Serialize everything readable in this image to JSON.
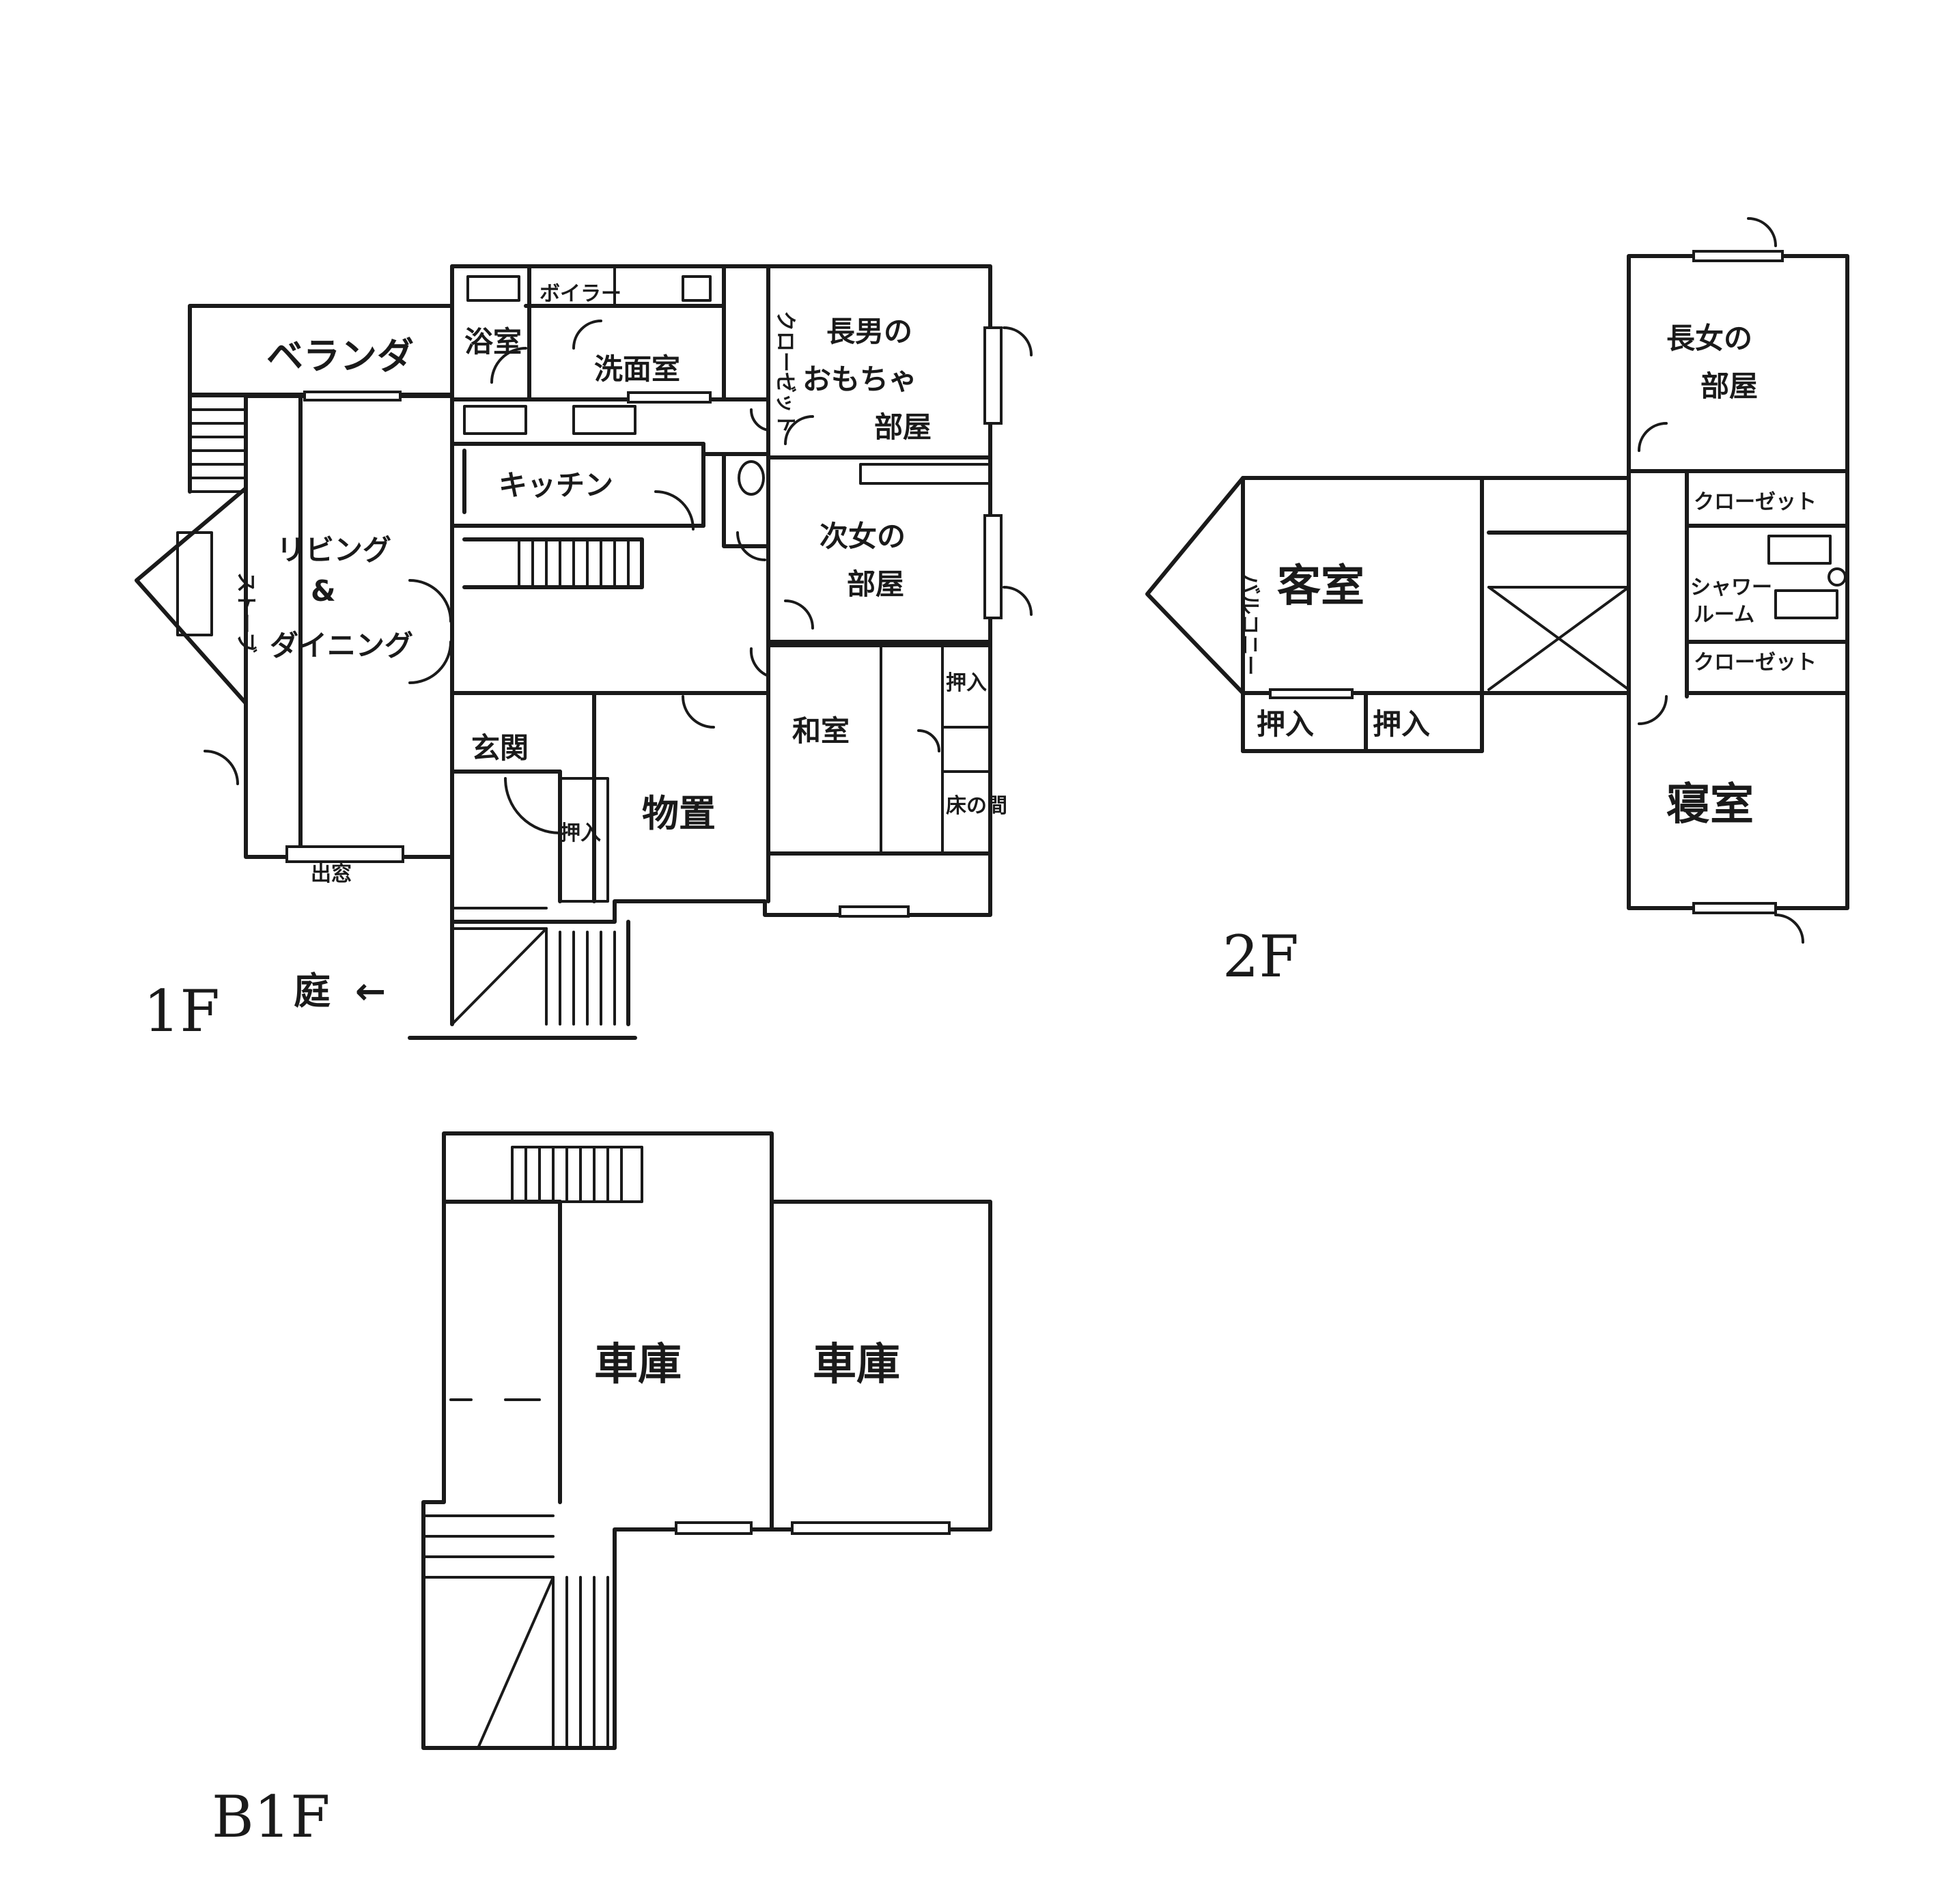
{
  "floors": {
    "first": {
      "label": "1F",
      "rooms": {
        "veranda": "ベランダ",
        "bath": "浴室",
        "boiler": "ボイラー",
        "washroom": "洗面室",
        "closet": "クローゼット",
        "eldest_son_line1": "長男の",
        "eldest_son_line2": "おもちゃ",
        "eldest_son_line3": "部屋",
        "kitchen": "キッチン",
        "living_line1": "リビング",
        "living_line2": "&",
        "living_line3": "ダイニング",
        "stove": "ストーブ",
        "second_daughter_line1": "次女の",
        "second_daughter_line2": "部屋",
        "entrance": "玄関",
        "oshiire": "押入",
        "storage": "物置",
        "washitsu": "和室",
        "tokonoma": "床の間",
        "window_seat": "出窓"
      },
      "garden_label": "庭",
      "garden_arrow": "←"
    },
    "second": {
      "label": "2F",
      "rooms": {
        "eldest_daughter_line1": "長女の",
        "eldest_daughter_line2": "部屋",
        "balcony": "バルコニー",
        "guest_room": "客室",
        "closet_top": "クローゼット",
        "shower_line1": "シャワー",
        "shower_line2": "ルーム",
        "closet_bottom": "クローゼット",
        "oshiire_left": "押入",
        "oshiire_right": "押入",
        "bedroom": "寝室"
      }
    },
    "basement": {
      "label": "B1F",
      "rooms": {
        "garage_left": "車庫",
        "garage_right": "車庫"
      }
    }
  }
}
